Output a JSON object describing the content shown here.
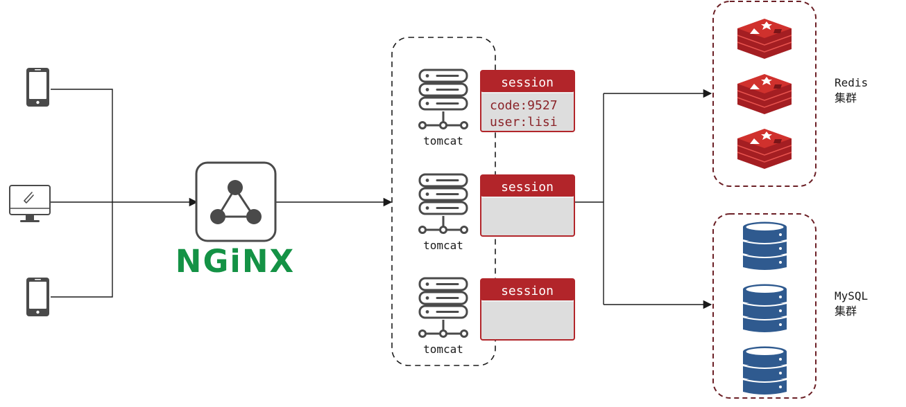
{
  "colors": {
    "line": "#1a1a1a",
    "icon_gray": "#4a4a4a",
    "nginx_green": "#149245",
    "session_red": "#b2252a",
    "session_body": "#dddddd",
    "cluster_border": "#6b1f25",
    "redis_red": "#d0312d",
    "mysql_blue": "#2f5a8f"
  },
  "clients": [
    {
      "icon": "smartphone-icon"
    },
    {
      "icon": "desktop-monitor-icon"
    },
    {
      "icon": "smartphone-icon"
    }
  ],
  "nginx": {
    "logo_text": "NGiNX",
    "icon": "nginx-triangle-icon"
  },
  "tomcats": [
    {
      "label": "tomcat",
      "session": {
        "title": "session",
        "lines": [
          "code:9527",
          "user:lisi"
        ]
      }
    },
    {
      "label": "tomcat",
      "session": {
        "title": "session",
        "lines": []
      }
    },
    {
      "label": "tomcat",
      "session": {
        "title": "session",
        "lines": []
      }
    }
  ],
  "redis_cluster": {
    "label_line1": "Redis",
    "label_line2": "集群",
    "icon": "redis-icon",
    "count": 3
  },
  "mysql_cluster": {
    "label_line1": "MySQL",
    "label_line2": "集群",
    "icon": "database-icon",
    "count": 3
  }
}
